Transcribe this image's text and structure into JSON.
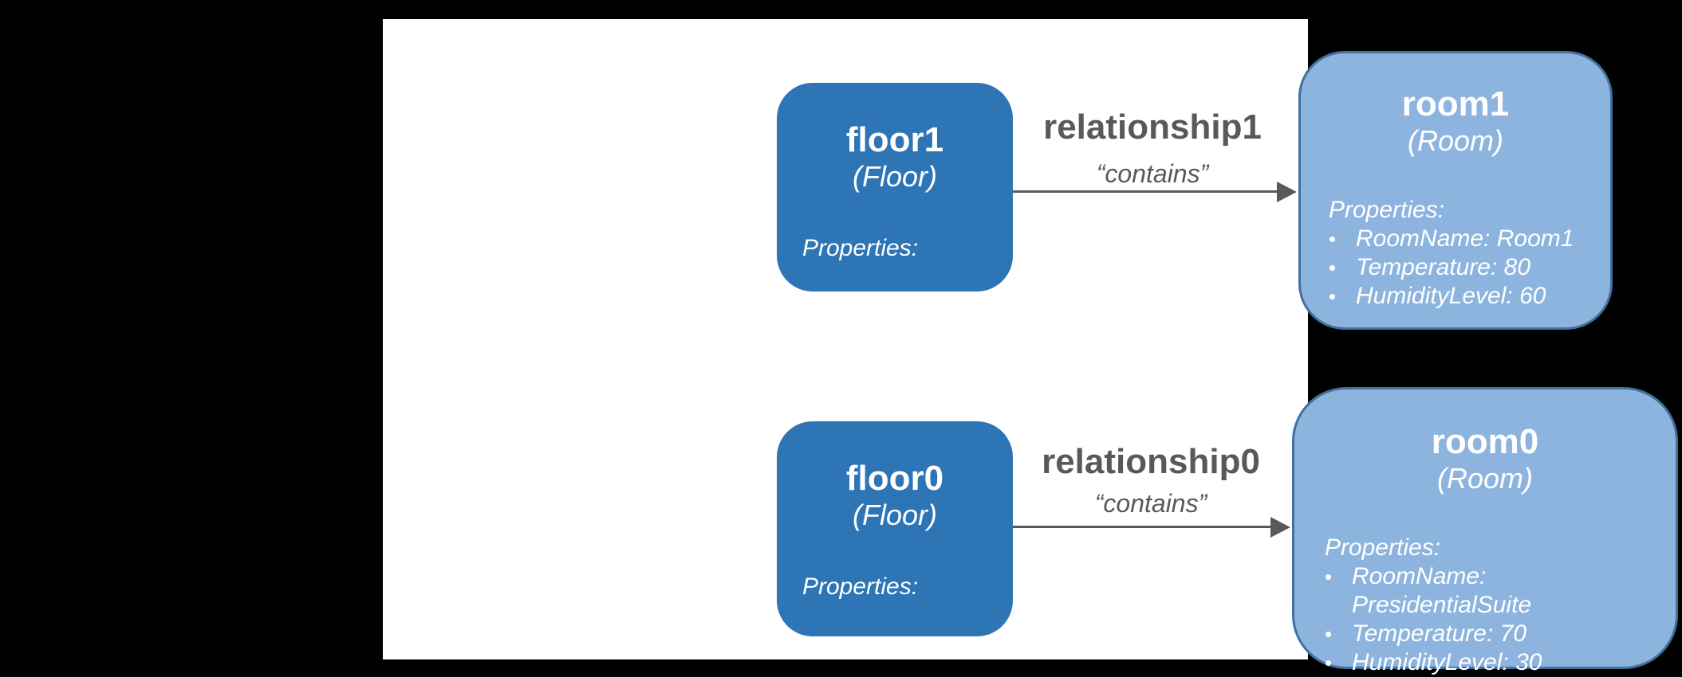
{
  "bullet": "•",
  "colors": {
    "page_background": "#000000",
    "canvas_background": "#FFFFFF",
    "floor_node_fill": "#2E75B6",
    "room_node_fill": "#8DB4DF",
    "room_node_border": "#41719C",
    "relationship_text": "#595959",
    "arrow": "#595959",
    "node_text": "#FFFFFF"
  },
  "rows": [
    {
      "floor": {
        "name": "floor1",
        "type_label": "(Floor)",
        "properties_label": "Properties:"
      },
      "relationship": {
        "name": "relationship1",
        "verb": "“contains”"
      },
      "room": {
        "name": "room1",
        "type_label": "(Room)",
        "properties_label": "Properties:",
        "properties": [
          "RoomName: Room1",
          "Temperature: 80",
          "HumidityLevel: 60"
        ]
      }
    },
    {
      "floor": {
        "name": "floor0",
        "type_label": "(Floor)",
        "properties_label": "Properties:"
      },
      "relationship": {
        "name": "relationship0",
        "verb": "“contains”"
      },
      "room": {
        "name": "room0",
        "type_label": "(Room)",
        "properties_label": "Properties:",
        "properties": [
          "RoomName: PresidentialSuite",
          "Temperature: 70",
          "HumidityLevel: 30"
        ]
      }
    }
  ]
}
